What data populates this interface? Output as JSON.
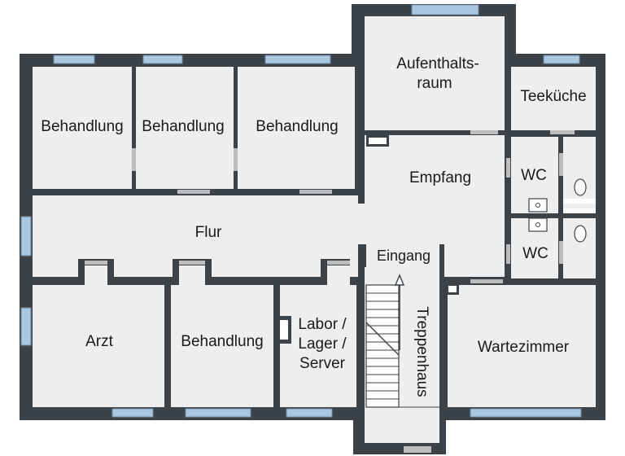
{
  "colors": {
    "wall": "#3c4348",
    "floor": "#eeeeee",
    "window_glass": "#a9c7df",
    "window_frame": "#6e8aa3",
    "door": "#bdbdbd",
    "fixture": "#ffffff",
    "stairs": "#ffffff",
    "text": "#1a1a1a"
  },
  "rooms": {
    "aufenthalt": {
      "line1": "Aufenthalts-",
      "line2": "raum"
    },
    "teekueche": {
      "label": "Teeküche"
    },
    "behandlung_1": {
      "label": "Behandlung"
    },
    "behandlung_2": {
      "label": "Behandlung"
    },
    "behandlung_3": {
      "label": "Behandlung"
    },
    "empfang": {
      "label": "Empfang"
    },
    "wc_1": {
      "label": "WC"
    },
    "wc_2": {
      "label": "WC"
    },
    "flur": {
      "label": "Flur"
    },
    "eingang": {
      "label": "Eingang"
    },
    "arzt": {
      "label": "Arzt"
    },
    "behandlung_4": {
      "label": "Behandlung"
    },
    "labor": {
      "line1": "Labor /",
      "line2": "Lager /",
      "line3": "Server"
    },
    "treppenhaus": {
      "label": "Treppenhaus"
    },
    "wartezimmer": {
      "label": "Wartezimmer"
    }
  }
}
